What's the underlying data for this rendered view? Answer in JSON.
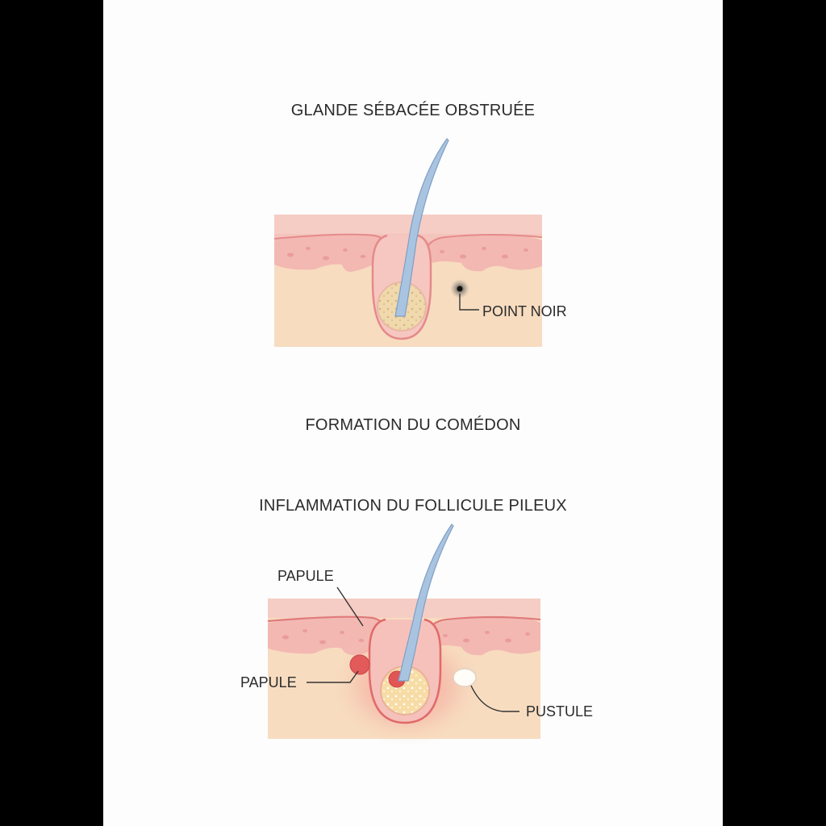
{
  "captions": {
    "gland": "GLANDE SÉBACÉE OBSTRUÉE",
    "comedon": "FORMATION DU COMÉDON",
    "inflammation": "INFLAMMATION DU FOLLICULE PILEUX"
  },
  "labels": {
    "point_noir": "POINT NOIR",
    "papule_top": "PAPULE",
    "papule_left": "PAPULE",
    "pustule": "PUSTULE"
  },
  "colors": {
    "background": "#fdfdfd",
    "dermis": "#f7dcc0",
    "epidermis": "#f3b9b4",
    "follicle_wall": "#e58a8a",
    "sebum": "#efd6a8",
    "hair": "#a9c4e0",
    "inflammation": "#e94b4b",
    "pustule": "#ffffff"
  }
}
